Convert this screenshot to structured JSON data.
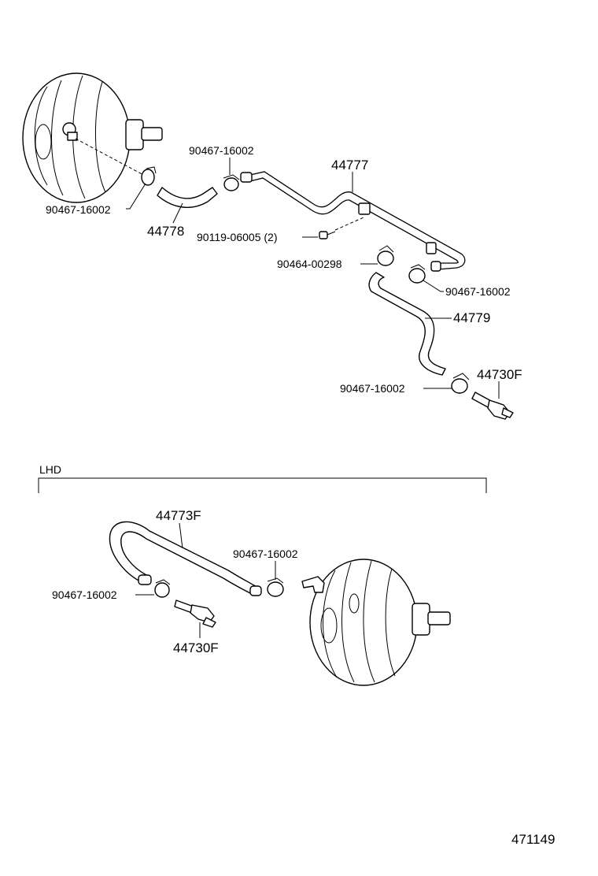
{
  "labels": {
    "clamp_top_left": "90467-16002",
    "hose_44778": "44778",
    "clamp_top_mid": "90467-16002",
    "pipe_44777": "44777",
    "bolt": "90119-06005 (2)",
    "clamp_90464": "90464-00298",
    "clamp_right": "90467-16002",
    "hose_44779": "44779",
    "clamp_lower_right": "90467-16002",
    "valve_top": "44730F",
    "lhd_section": "LHD",
    "hose_44773f": "44773F",
    "clamp_lhd_mid": "90467-16002",
    "clamp_lhd_left": "90467-16002",
    "valve_lhd": "44730F",
    "figure_number": "471149"
  }
}
